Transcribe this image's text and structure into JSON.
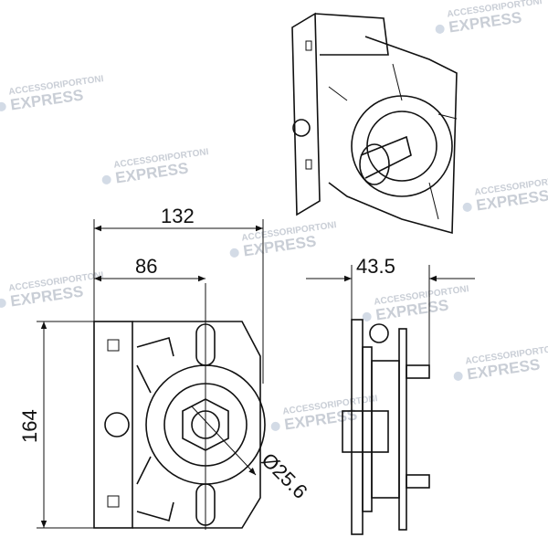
{
  "drawing": {
    "dimensions": {
      "overall_width": "132",
      "axis_offset": "86",
      "depth": "43.5",
      "height": "164",
      "shaft_diameter": "Ø25.6"
    },
    "watermark": {
      "line1": "ACCESSORIPORTONI",
      "line2": "EXPRESS"
    }
  }
}
